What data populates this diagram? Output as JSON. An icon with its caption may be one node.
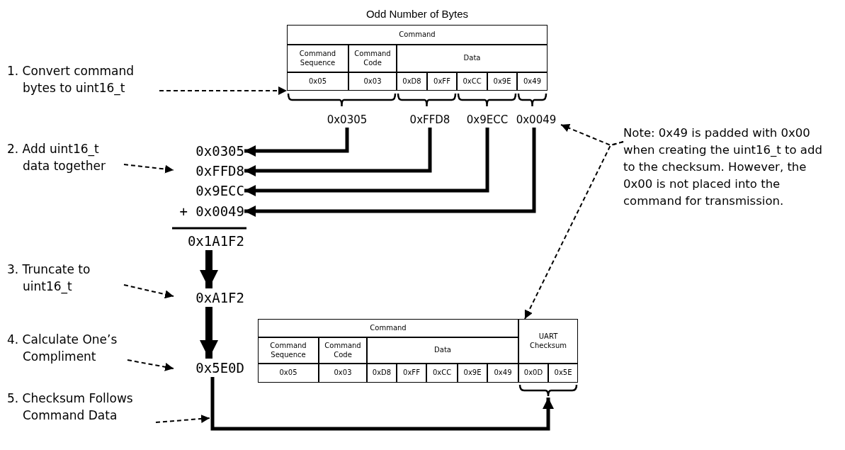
{
  "diagram": {
    "nodes": [
      {
        "text": [
          "Odd Number of Bytes"
        ]
      },
      {
        "text": [
          "Command"
        ],
        "in": 0
      },
      {
        "text": [
          "Command Sequence"
        ],
        "in": 0
      },
      {
        "text": [
          "Command Code"
        ],
        "in": 0
      },
      {
        "text": [
          "Data"
        ],
        "in": 0
      },
      {
        "text": [
          "0x05"
        ],
        "in": 0
      },
      {
        "text": [
          "0x03"
        ],
        "in": 0
      },
      {
        "text": [
          "0xD8"
        ],
        "in": 0
      },
      {
        "text": [
          "0xFF"
        ],
        "in": 0
      },
      {
        "text": [
          "0xCC"
        ],
        "in": 0
      },
      {
        "text": [
          "0x9E"
        ],
        "in": 0
      },
      {
        "text": [
          "0x49"
        ],
        "in": 0
      },
      {
        "text": [
          "0x0305"
        ]
      },
      {
        "text": [
          "0xFFD8"
        ]
      },
      {
        "text": [
          "0x9ECC"
        ]
      },
      {
        "text": [
          "0x0049"
        ]
      },
      {
        "text": [
          "1. Convert command bytes to uint16_t"
        ]
      },
      {
        "text": [
          "2. Add uint16_t data together"
        ]
      },
      {
        "text": [
          "0x0305"
        ]
      },
      {
        "text": [
          "0xFFD8"
        ]
      },
      {
        "text": [
          "0x9ECC"
        ]
      },
      {
        "text": [
          "+ 0x0049"
        ]
      },
      {
        "text": [
          "0x1A1F2"
        ]
      },
      {
        "text": [
          "3. Truncate to uint16_t"
        ]
      },
      {
        "text": [
          "0xA1F2"
        ]
      },
      {
        "text": [
          "4. Calculate One’s Compliment"
        ]
      },
      {
        "text": [
          "0x5E0D"
        ]
      },
      {
        "text": [
          "5. Checksum Follows Command Data"
        ]
      },
      {
        "text": [
          "Note: 0x49 is padded with 0x00 when creating the uint16_t to add to the checksum. However, the 0x00 is not placed into the command for transmission."
        ]
      },
      {
        "text": [],
        "shape": "box"
      },
      {
        "text": [
          "Command"
        ],
        "in": 29
      },
      {
        "text": [
          "Command Sequence"
        ],
        "in": 29
      },
      {
        "text": [
          "Command Code"
        ],
        "in": 29
      },
      {
        "text": [
          "Data"
        ],
        "in": 29
      },
      {
        "text": [
          "UART Checksum"
        ],
        "in": 29
      },
      {
        "text": [
          "0x05"
        ],
        "in": 29
      },
      {
        "text": [
          "0x03"
        ],
        "in": 29
      },
      {
        "text": [
          "0xD8"
        ],
        "in": 29
      },
      {
        "text": [
          "0xFF"
        ],
        "in": 29
      },
      {
        "text": [
          "0xCC"
        ],
        "in": 29
      },
      {
        "text": [
          "0x9E"
        ],
        "in": 29
      },
      {
        "text": [
          "0x49"
        ],
        "in": 29
      },
      {
        "text": [
          "0x0D"
        ],
        "in": 29
      },
      {
        "text": [
          "0x5E"
        ],
        "in": 29
      },
      {
        "text": [],
        "shape": "bracket"
      }
    ],
    "edges": [
      {
        "from": 16,
        "to": 0,
        "arrow": "to",
        "style": "dashed"
      },
      {
        "from": 12,
        "to": 18,
        "arrow": "to",
        "style": "thick"
      },
      {
        "from": 13,
        "to": 19,
        "arrow": "to",
        "style": "thick"
      },
      {
        "from": 14,
        "to": 20,
        "arrow": "to",
        "style": "thick"
      },
      {
        "from": 15,
        "to": 21,
        "arrow": "to",
        "style": "thick"
      },
      {
        "from": 17,
        "to": 19,
        "arrow": "to",
        "style": "dashed"
      },
      {
        "from": 22,
        "to": 24,
        "arrow": "to",
        "style": "thick"
      },
      {
        "from": 23,
        "to": 24,
        "arrow": "to",
        "style": "dashed"
      },
      {
        "from": 24,
        "to": 26,
        "arrow": "to",
        "style": "thick"
      },
      {
        "from": 25,
        "to": 26,
        "arrow": "to",
        "style": "dashed"
      },
      {
        "from": 26,
        "to": 44,
        "arrow": "to",
        "style": "thick"
      },
      {
        "from": 27,
        "to": null,
        "arrow": "to",
        "style": "dashed"
      },
      {
        "from": 28,
        "to": 15,
        "arrow": "to",
        "style": "dashed"
      },
      {
        "from": 28,
        "to": 34,
        "arrow": "to",
        "style": "dashed"
      }
    ]
  }
}
